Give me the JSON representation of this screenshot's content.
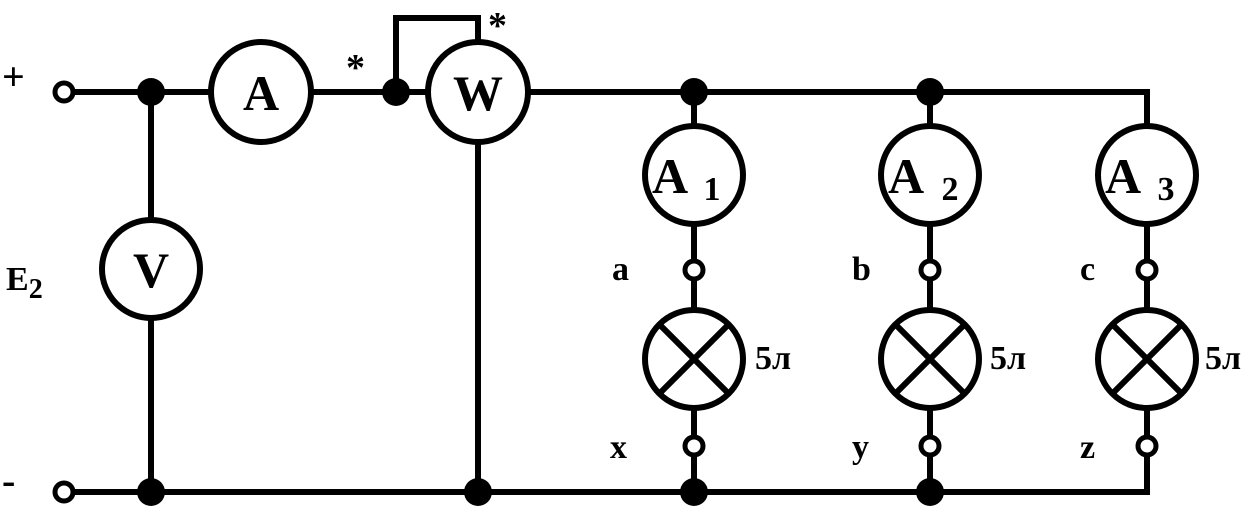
{
  "source": {
    "name": "E",
    "subscript": "2",
    "plus": "+",
    "minus": "-"
  },
  "meters": {
    "ammeter_main": "A",
    "wattmeter": "W",
    "voltmeter": "V",
    "generator_mark_current": "*",
    "generator_mark_voltage": "*"
  },
  "branches": [
    {
      "meter_letter": "A",
      "meter_index": "1",
      "start_terminal": "a",
      "end_terminal": "x",
      "lamp_label": "5л"
    },
    {
      "meter_letter": "A",
      "meter_index": "2",
      "start_terminal": "b",
      "end_terminal": "y",
      "lamp_label": "5л"
    },
    {
      "meter_letter": "A",
      "meter_index": "3",
      "start_terminal": "c",
      "end_terminal": "z",
      "lamp_label": "5л"
    }
  ]
}
